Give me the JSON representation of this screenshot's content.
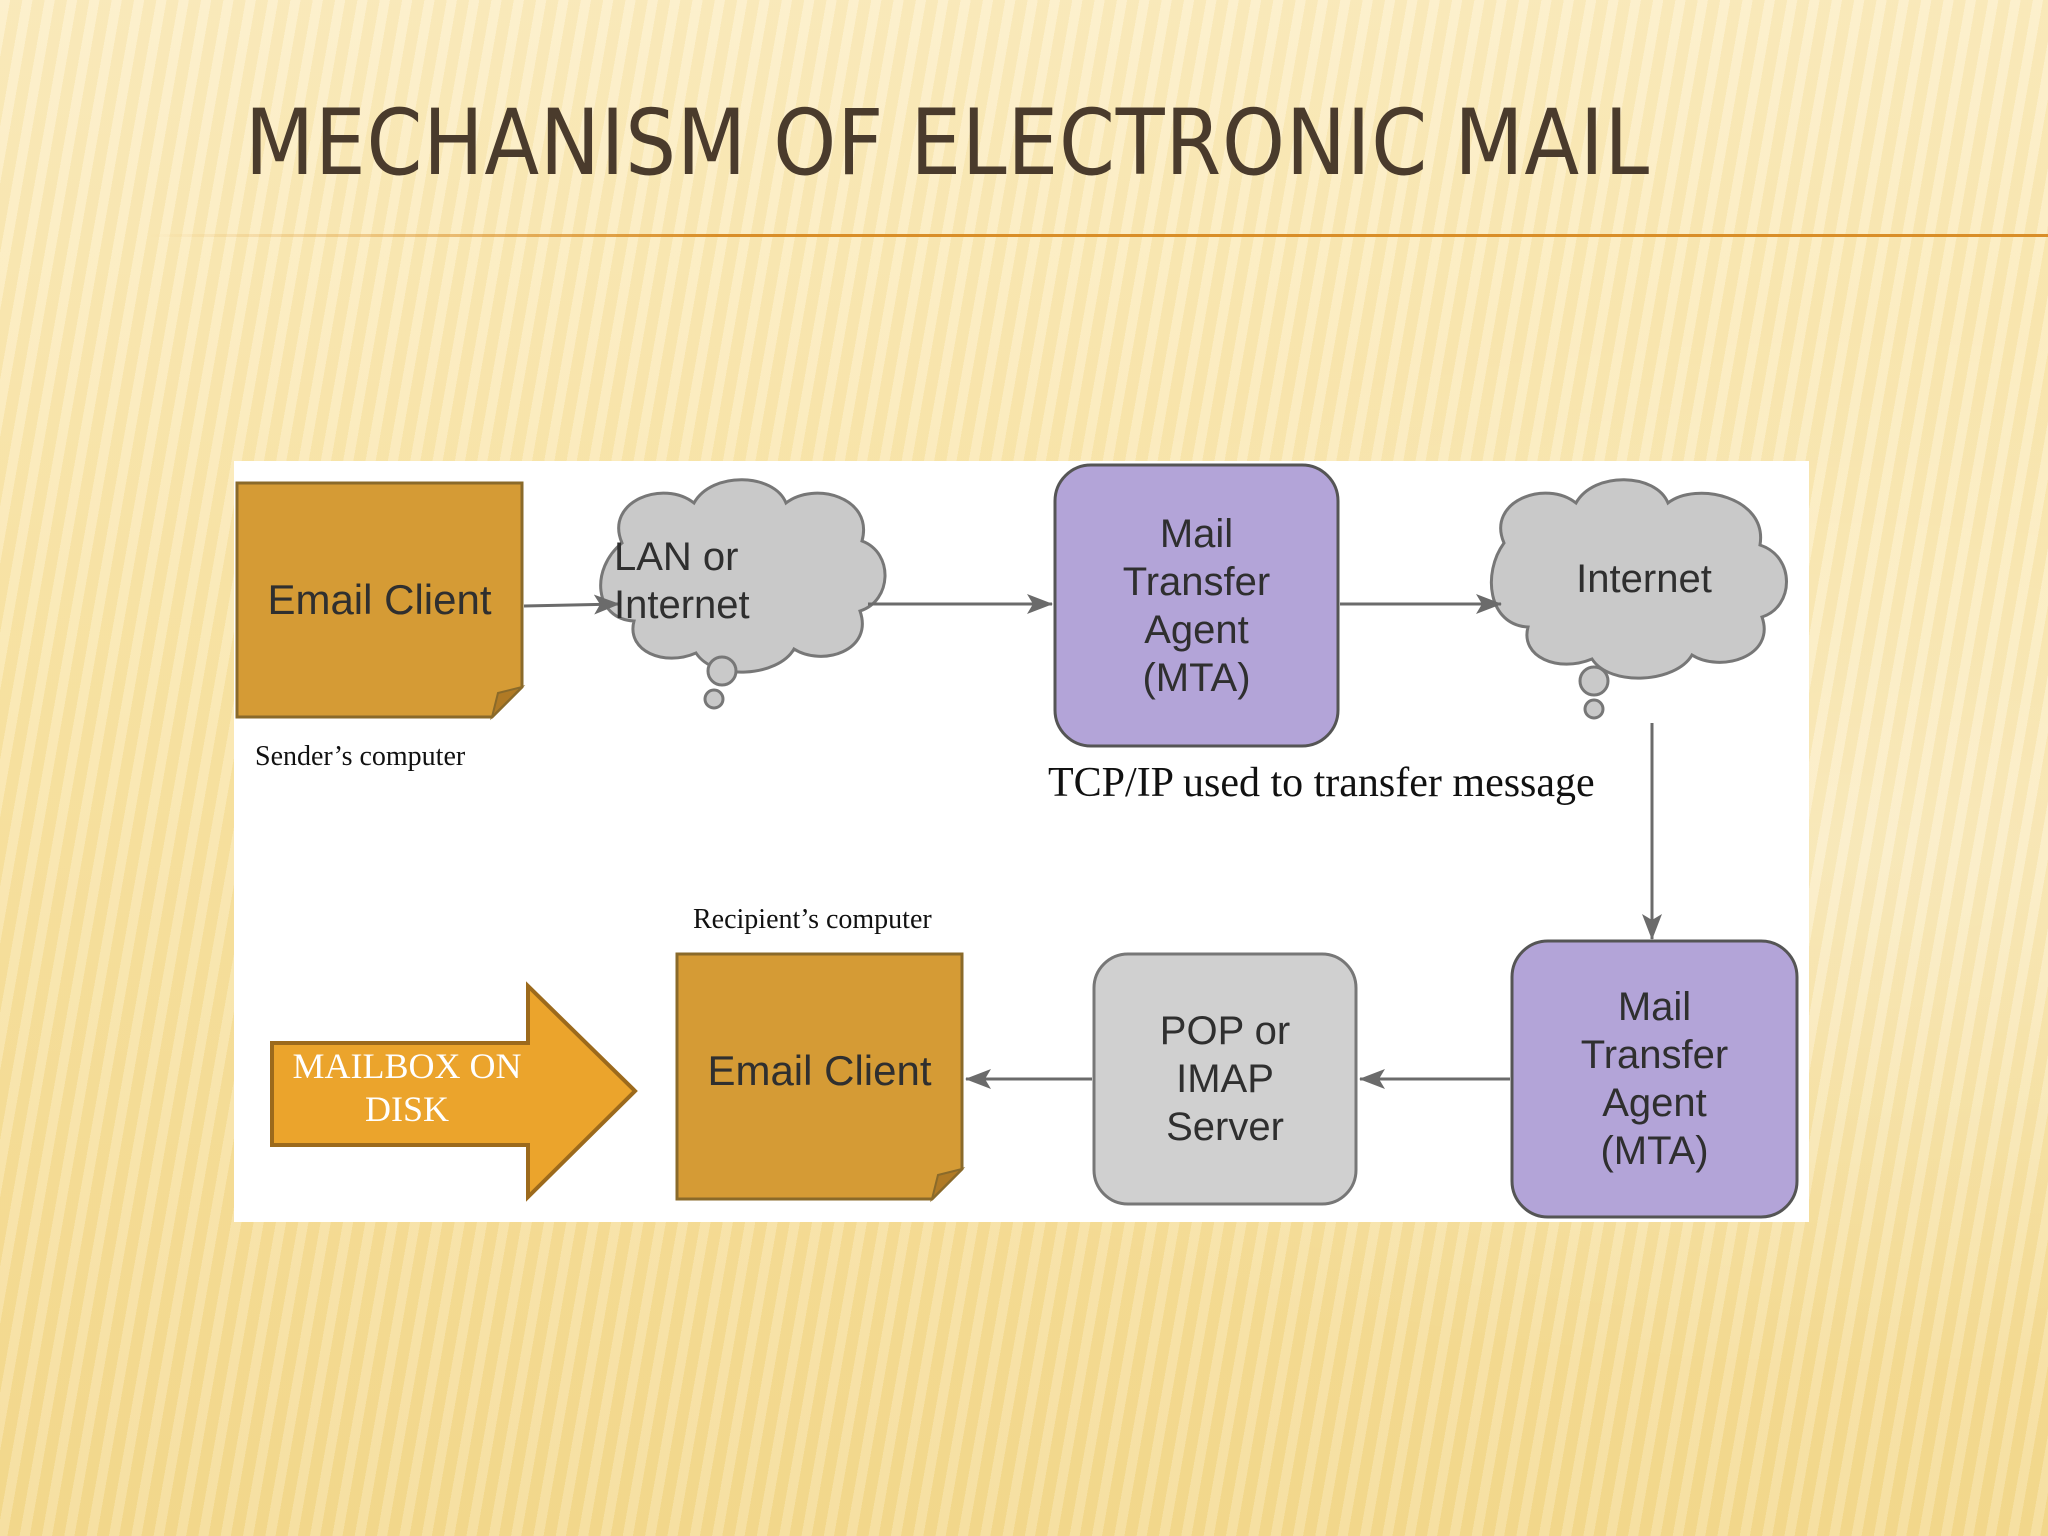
{
  "slide": {
    "title": "MECHANISM OF ELECTRONIC MAIL"
  },
  "diagram": {
    "sender_client": "Email Client",
    "lan_cloud": "LAN or\nInternet",
    "mta_top": "Mail\nTransfer\nAgent\n(MTA)",
    "internet_cloud": "Internet",
    "mta_bottom": "Mail\nTransfer\nAgent\n(MTA)",
    "pop_imap": "POP or\nIMAP\nServer",
    "recipient_client": "Email Client",
    "mailbox_arrow": "MAILBOX ON\nDISK",
    "sender_caption": "Sender’s computer",
    "recipient_caption": "Recipient’s computer",
    "tcp_caption": "TCP/IP used to transfer message"
  },
  "colors": {
    "client_fill": "#d59b35",
    "mta_fill": "#b3a4d8",
    "server_fill": "#d0d0d0",
    "arrow_fill": "#eba42c",
    "title_color": "#4a3b2c"
  }
}
